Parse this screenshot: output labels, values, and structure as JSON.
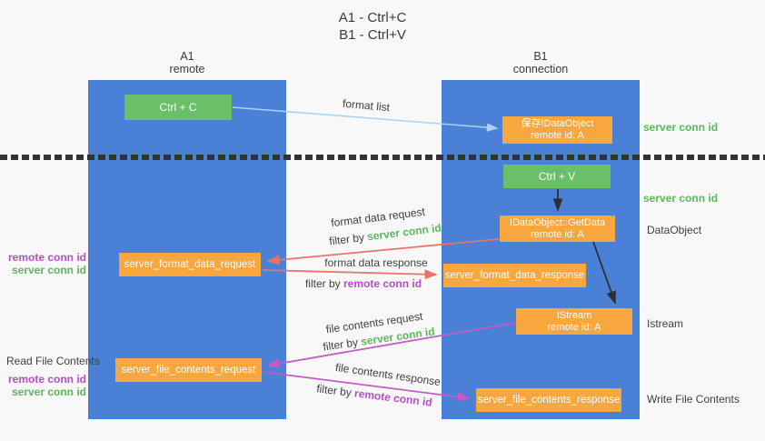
{
  "title": {
    "line1": "A1 - Ctrl+C",
    "line2": "B1 - Ctrl+V"
  },
  "lanes": {
    "left": {
      "name": "A1",
      "role": "remote"
    },
    "right": {
      "name": "B1",
      "role": "connection"
    }
  },
  "nodes": {
    "ctrl_c": {
      "label": "Ctrl + C"
    },
    "save_dataobject": {
      "line1": "保存IDataObject",
      "line2": "remote id: A"
    },
    "ctrl_v": {
      "label": "Ctrl + V"
    },
    "getdata": {
      "line1": "IDataObject::GetData",
      "line2": "remote id: A"
    },
    "format_request": {
      "label": "server_format_data_request"
    },
    "format_response": {
      "label": "server_format_data_response"
    },
    "istream": {
      "line1": "IStream",
      "line2": "remote id: A"
    },
    "file_request": {
      "label": "server_file_contents_request"
    },
    "file_response": {
      "label": "server_file_contents_response"
    }
  },
  "flow_labels": {
    "format_list": "format list",
    "format_data_request": "format data request",
    "format_data_response": "format data response",
    "file_contents_request": "file contents request",
    "file_contents_response": "file contents response",
    "filter_by": "filter by",
    "server_conn_id": "server conn id",
    "remote_conn_id": "remote conn id"
  },
  "side_labels": {
    "server_conn_id_top": "server conn id",
    "server_conn_id_mid": "server conn id",
    "dataobject": "DataObject",
    "istream": "Istream",
    "write_file_contents": "Write File Contents",
    "read_file_contents": "Read File Contents",
    "remote_conn_id": "remote conn id",
    "server_conn_id": "server conn id"
  },
  "colors": {
    "lane_blue": "#4a81d6",
    "node_green": "#6abf69",
    "node_orange": "#f8a63e",
    "text_green": "#5cb85c",
    "text_purple": "#b44fc8",
    "arrow_red": "#e8736a",
    "arrow_purple": "#c35bc3",
    "arrow_lightblue": "#a9d1f0",
    "arrow_black": "#2f2f2f",
    "dotted_line": "#333333",
    "background": "#f8f8f8"
  }
}
